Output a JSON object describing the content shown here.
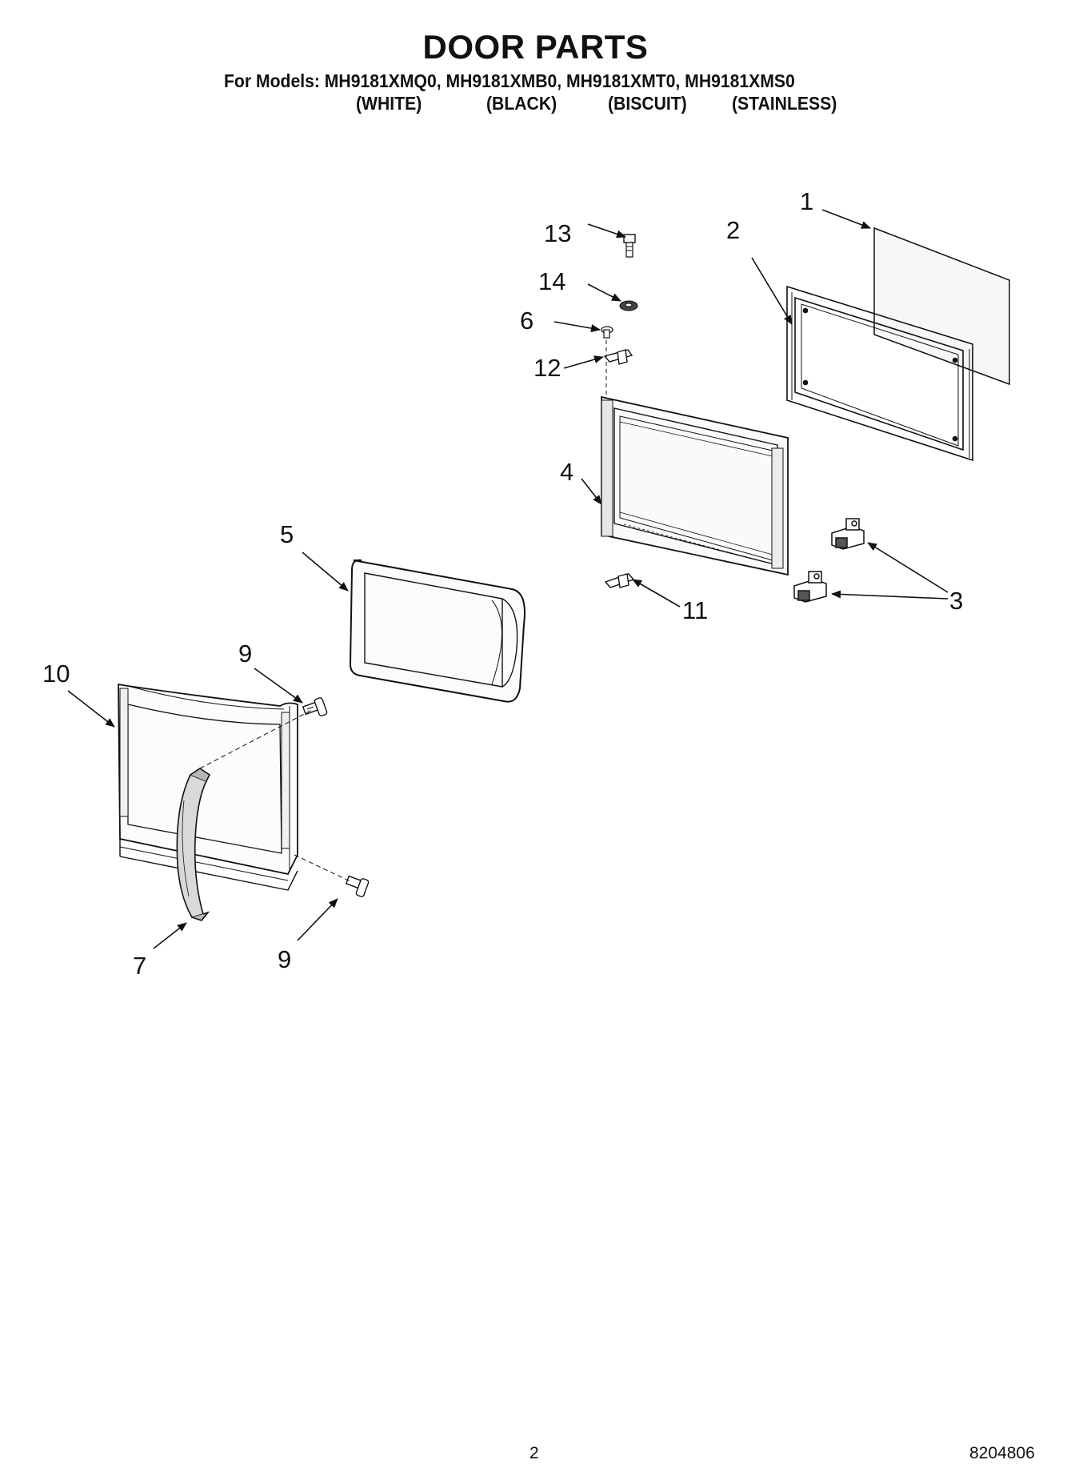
{
  "title": "DOOR PARTS",
  "models_line": "For Models: MH9181XMQ0, MH9181XMB0, MH9181XMT0, MH9181XMS0",
  "colors": [
    "(WHITE)",
    "(BLACK)",
    "(BISCUIT)",
    "(STAINLESS)"
  ],
  "callouts": {
    "c1": "1",
    "c2": "2",
    "c3": "3",
    "c4": "4",
    "c5": "5",
    "c6": "6",
    "c7": "7",
    "c9a": "9",
    "c9b": "9",
    "c10": "10",
    "c11": "11",
    "c12": "12",
    "c13": "13",
    "c14": "14"
  },
  "page_number": "2",
  "doc_number": "8204806"
}
